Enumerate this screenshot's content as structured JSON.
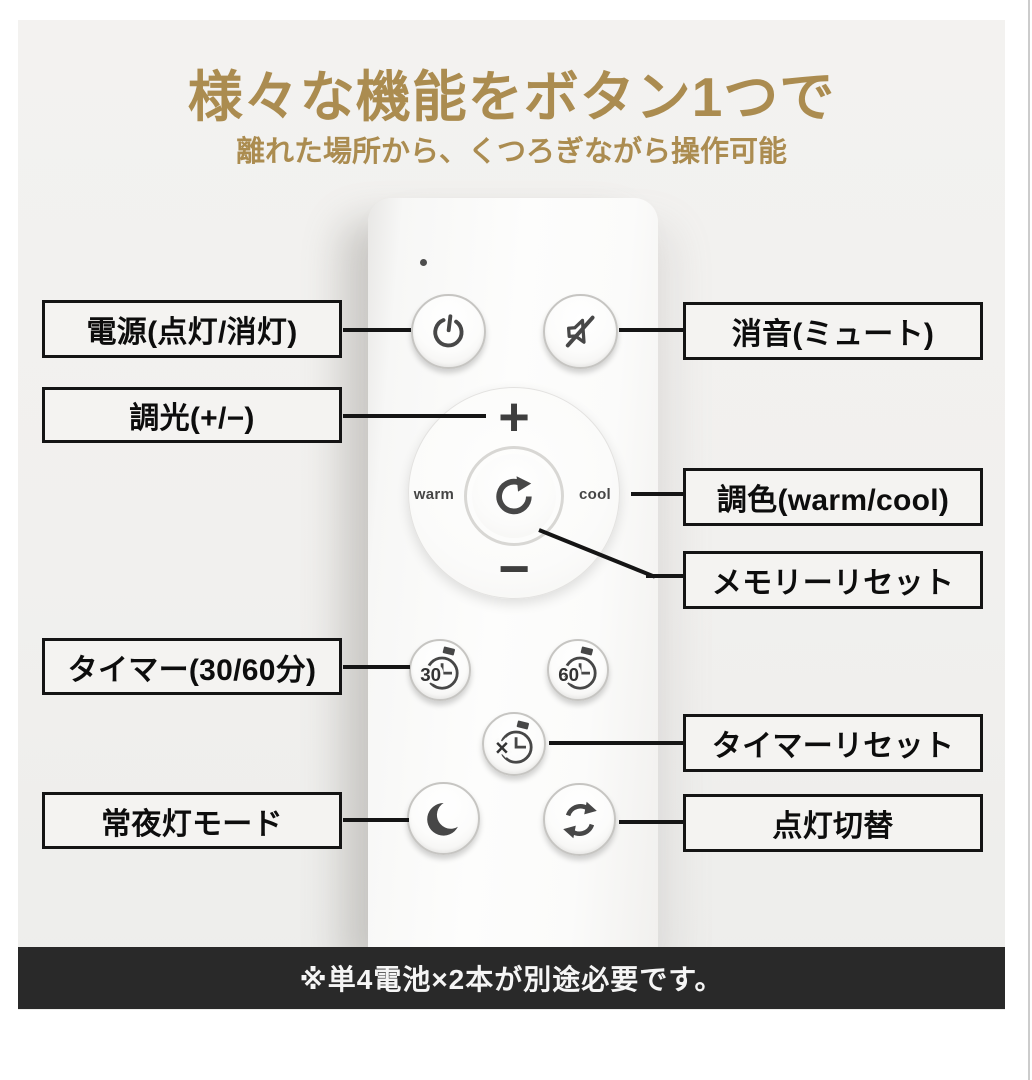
{
  "header": {
    "title": "様々な機能をボタン1つで",
    "subtitle": "離れた場所から、くつろぎながら操作可能"
  },
  "labels": {
    "power": "電源(点灯/消灯)",
    "dimming": "調光(+/−)",
    "timer": "タイマー(30/60分)",
    "night_mode": "常夜灯モード",
    "mute": "消音(ミュート)",
    "color_tuning": "調色(warm/cool)",
    "memory_reset": "メモリーリセット",
    "timer_reset": "タイマーリセット",
    "light_switch": "点灯切替"
  },
  "remote": {
    "dial": {
      "plus": "+",
      "minus": "−",
      "warm": "warm",
      "cool": "cool"
    },
    "timer_30": "30",
    "timer_60": "60",
    "timer_cancel": "×",
    "icons": {
      "power": "power-icon",
      "mute": "mute-speaker-icon",
      "memory_reset": "rotate-clockwise-icon",
      "timer_30": "stopwatch-30-icon",
      "timer_60": "stopwatch-60-icon",
      "timer_reset": "stopwatch-cancel-icon",
      "night_mode": "moon-icon",
      "light_switch": "cycle-arrows-icon"
    }
  },
  "footer": {
    "note": "※単4電池×2本が別途必要です。"
  },
  "colors": {
    "accent_gold": "#ab8c50",
    "panel_bg": "#f1f0ee",
    "leader_line": "#151515",
    "footer_bg": "#292929",
    "icon_gray": "#474747"
  }
}
